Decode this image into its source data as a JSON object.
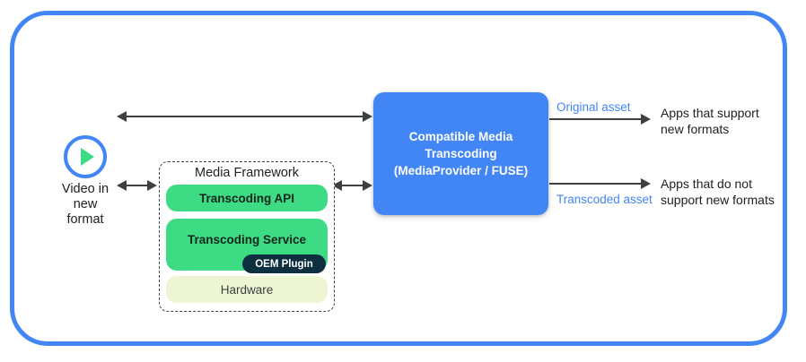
{
  "frame": {
    "accent_color": "#4285F4"
  },
  "colors": {
    "blue": "#4285F4",
    "green": "#3DDC84",
    "pale_green": "#EEF5D2",
    "dark_navy": "#0E2F40",
    "arrow": "#3C4043",
    "text": "#202124"
  },
  "source": {
    "icon": "play-circle-icon",
    "label": "Video in\nnew\nformat",
    "label_lines": [
      "Video in",
      "new",
      "format"
    ]
  },
  "framework": {
    "title": "Media Framework",
    "rows": [
      {
        "label": "Transcoding API",
        "color": "#3DDC84"
      },
      {
        "label": "Transcoding Service",
        "color": "#3DDC84"
      },
      {
        "label": "Hardware",
        "color": "#EEF5D2"
      }
    ],
    "badge": {
      "label": "OEM Plugin",
      "color": "#0E2F40"
    }
  },
  "center": {
    "lines": [
      "Compatible Media",
      "Transcoding",
      "(MediaProvider / FUSE)"
    ],
    "color": "#4285F4"
  },
  "outputs": [
    {
      "asset_label": "Original asset",
      "target_lines": [
        "Apps that support",
        "new formats"
      ]
    },
    {
      "asset_label": "Transcoded asset",
      "target_lines": [
        "Apps that do not",
        "support new formats"
      ]
    }
  ],
  "arrows": [
    {
      "name": "video-to-transcoding-arrow",
      "type": "double"
    },
    {
      "name": "video-to-framework-arrow",
      "type": "double"
    },
    {
      "name": "framework-to-transcoding-arrow",
      "type": "double"
    },
    {
      "name": "original-asset-arrow",
      "type": "single"
    },
    {
      "name": "transcoded-asset-arrow",
      "type": "single"
    }
  ]
}
